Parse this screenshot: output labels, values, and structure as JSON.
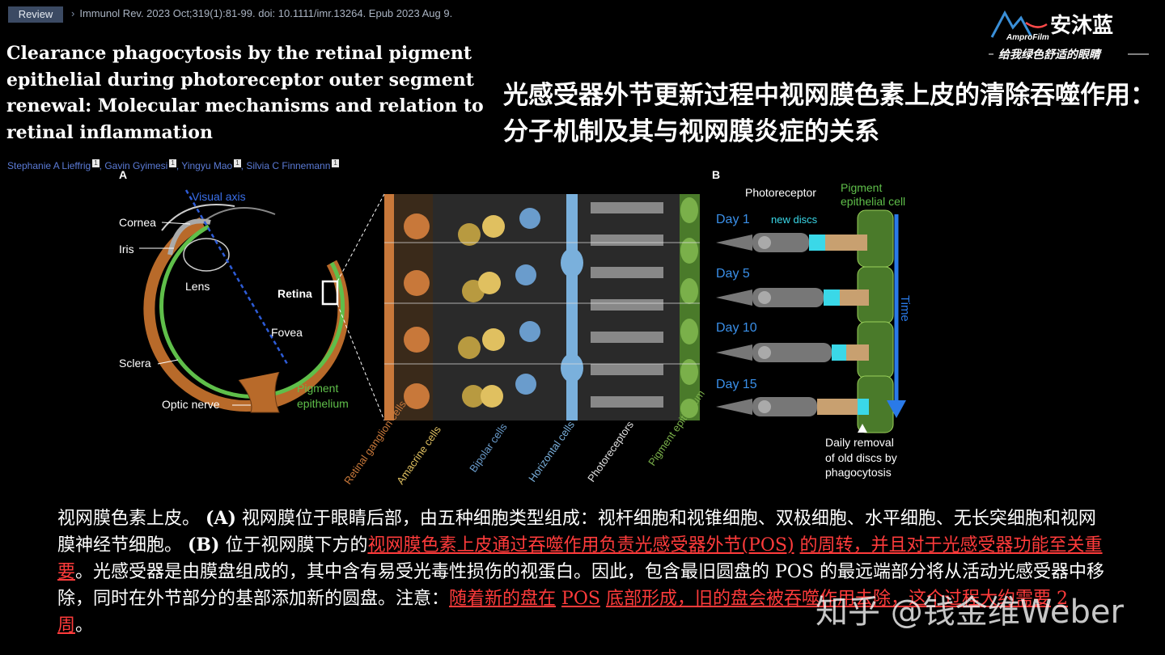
{
  "header": {
    "badge": "Review",
    "citation": "Immunol Rev. 2023 Oct;319(1):81-99. doi: 10.1111/imr.13264. Epub 2023 Aug 9."
  },
  "paper": {
    "title_en": "Clearance phagocytosis by the retinal pigment epithelial during photoreceptor outer segment renewal: Molecular mechanisms and relation to retinal inflammation",
    "title_zh": "光感受器外节更新过程中视网膜色素上皮的清除吞噬作用：分子机制及其与视网膜炎症的关系",
    "authors": [
      {
        "name": "Stephanie A Lieffrig",
        "sup": "1"
      },
      {
        "name": "Gavin Gyimesi",
        "sup": "1"
      },
      {
        "name": "Yingyu Mao",
        "sup": "1"
      },
      {
        "name": "Silvia C Finnemann",
        "sup": "1"
      }
    ]
  },
  "logo": {
    "brand": "安沐蓝",
    "sub": "AmproFilm",
    "slogan": "给我绿色舒适的眼睛"
  },
  "figure": {
    "panel_a": {
      "label": "A",
      "visual_axis": "Visual axis",
      "cornea": "Cornea",
      "iris": "Iris",
      "lens": "Lens",
      "retina": "Retina",
      "fovea": "Fovea",
      "sclera": "Sclera",
      "pigment": "Pigment",
      "epithelium": "epithelium",
      "optic_nerve": "Optic nerve",
      "cell_labels": [
        "Retinal ganglion cells",
        "Amacrine cells",
        "Bipolar cells",
        "Horizontal cells",
        "Photoreceptors",
        "Pigment epithelium"
      ],
      "cell_colors": [
        "#c8783a",
        "#e0c060",
        "#6a9ccc",
        "#7ab0dc",
        "#e0e0e0",
        "#7ab04a"
      ]
    },
    "panel_b": {
      "label": "B",
      "photoreceptor": "Photoreceptor",
      "pigment_cell_1": "Pigment",
      "pigment_cell_2": "epithelial cell",
      "new_discs": "new discs",
      "days": [
        "Day 1",
        "Day 5",
        "Day 10",
        "Day 15"
      ],
      "time": "Time",
      "removal_1": "Daily removal",
      "removal_2": "of old discs by",
      "removal_3": "phagocytosis"
    }
  },
  "caption": {
    "p1": "视网膜色素上皮。",
    "a_tag": "(A)",
    "p2": "视网膜位于眼睛后部，由五种细胞类型组成：视杆细胞和视锥细胞、双极细胞、水平细胞、无长突细胞和视网膜神经节细胞。",
    "b_tag": "(B)",
    "p3": "位于视网膜下方的",
    "red1": "视网膜色素上皮通过吞噬作用负责光感受器外节",
    "red1b": "(POS)",
    "red1c": "的周转，并且对于光感受器功能至关重要",
    "p4": "。光感受器是由膜盘组成的，其中含有易受光毒性损伤的视蛋白。因此，包含最旧圆盘的",
    "pos": "POS",
    "p5": "的最远端部分将从活动光感受器中移除，同时在外节部分的基部添加新的圆盘。注意：",
    "red2": "随着新的盘在",
    "red2b": "POS",
    "red2c": "底部形成，旧的盘会被吞噬作用去除，这个过程大约需要",
    "red2d": "2",
    "red2e": "周",
    "end": "。"
  },
  "watermark": "知乎 @钱金维Weber"
}
